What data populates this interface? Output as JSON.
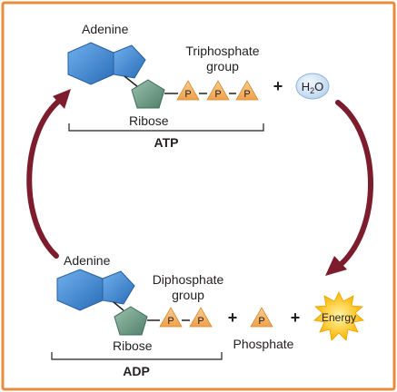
{
  "colors": {
    "frame": "#ea8c3c",
    "adenine": "#3d87cf",
    "ribose": "#6b9a86",
    "phosphate": "#f5b56a",
    "arrow": "#7d1c2c",
    "energy_star": "#ffc21a",
    "water": "#d7e7f6",
    "text": "#231f20"
  },
  "atp": {
    "adenine_label": "Adenine",
    "group_label_1": "Triphosphate",
    "group_label_2": "group",
    "ribose_label": "Ribose",
    "molecule_label": "ATP",
    "phosphate_letter": "P",
    "plus": "+",
    "water_base": "H",
    "water_sub": "2",
    "water_o": "O"
  },
  "adp": {
    "adenine_label": "Adenine",
    "group_label_1": "Diphosphate",
    "group_label_2": "group",
    "ribose_label": "Ribose",
    "molecule_label": "ADP",
    "phosphate_letter": "P",
    "plus": "+",
    "phosphate_label": "Phosphate",
    "energy_label": "Energy"
  }
}
